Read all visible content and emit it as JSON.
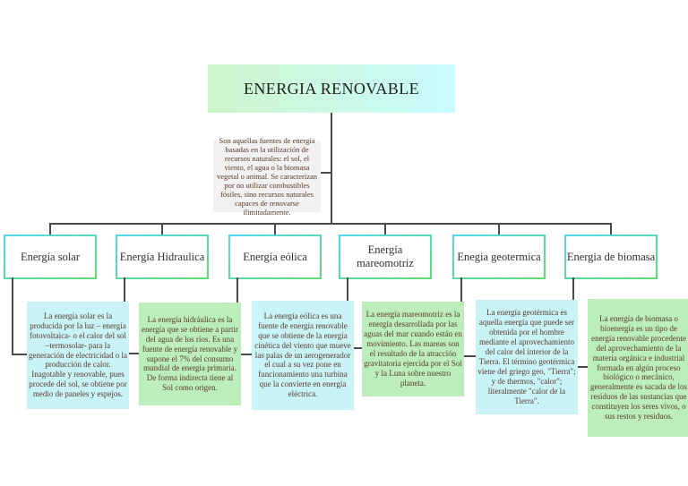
{
  "diagram": {
    "title": "ENERGIA RENOVABLE",
    "root_note": "Son aquellas fuentes de energía basadas en la utilización de recursos naturales: el sol, el viento, el agua o la biomasa vegetal o animal. Se caracterizan por no utilizar combustibles fósiles, sino recursos naturales capaces de renovarse ilimitadamente.",
    "branches": [
      {
        "label": "Energía solar",
        "description": "La energía solar es la producida por la luz – energía fotovoltaica- o el calor del sol –termosolar- para la generación de electricidad o la producción de calor. Inagotable y renovable, pues procede del sol, se obtiene por medio de paneles y espejos."
      },
      {
        "label": "Energía Hidraulica",
        "description": "La energía hidráulica es la energía que se obtiene a partir del agua de los ríos. Es una fuente de energía renovable y supone el 7% del consumo mundial de energía primaria. De forma indirecta tiene al Sol como origen."
      },
      {
        "label": "Energía eólica",
        "description": "La energía eólica es una fuente de energía renovable que se obtiene de la energía cinética del viento que mueve las palas de un aerogenerador el cual a su vez pone en funcionamiento una turbina que la convierte en energía eléctrica."
      },
      {
        "label": "Energía mareomotriz",
        "description": "La energía mareomotriz es la energía desarrollada por las aguas del mar cuando están en movimiento. Las mareas son el resultado de la atracción gravitatoria ejercida por el Sol y la Luna sobre nuestro planeta."
      },
      {
        "label": "Enegia geotermica",
        "description": "La energía geotérmica es aquella energía que puede ser obtenida por el hombre mediante el aprovechamiento del calor del interior de la Tierra. El término geotérmica viene del griego geo, \"Tierra\"; y de thermos, \"calor\"; literalmente \"calor de la Tierra\"."
      },
      {
        "label": "Energia de biomasa",
        "description": "La energía de biomasa o bioenergía es un tipo de energía renovable procedente del aprovechamiento de la materia orgánica e industrial formada en algún proceso biológico o mecánico, generalmente es sacada de los residuos de las sustancias que constituyen los seres vivos, o sus restos y residuos."
      }
    ]
  },
  "colors": {
    "title_gradient_left": "#cdf6cb",
    "title_gradient_right": "#c9fbff",
    "cyan_box": "#c8f3f7",
    "green_box": "#bceebc",
    "note_box": "#f1f1f1",
    "connector_line": "#4a4a4a",
    "header_border_cyan": "#54d7ec",
    "header_border_green": "#5edc72",
    "body_text": "#5b392c"
  }
}
